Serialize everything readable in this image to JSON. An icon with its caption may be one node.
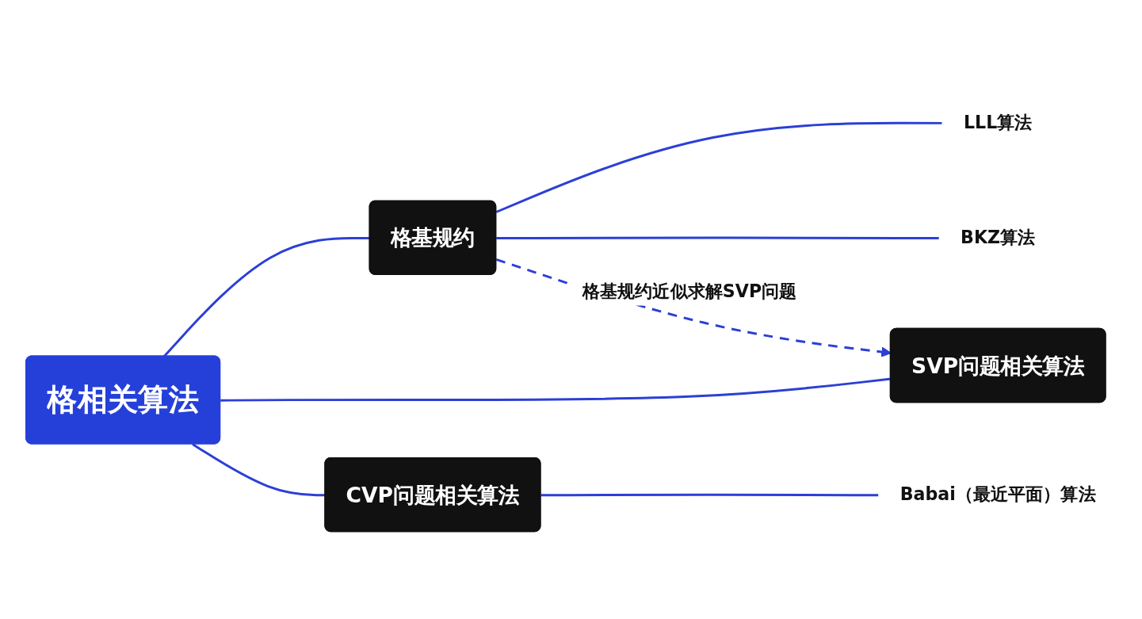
{
  "diagram": {
    "nodes": [
      {
        "text": [
          "格相关算法"
        ]
      },
      {
        "text": [
          "格基规约"
        ]
      },
      {
        "text": [
          "SVP问题相关算法"
        ]
      },
      {
        "text": [
          "CVP问题相关算法"
        ]
      },
      {
        "text": [
          "LLL算法"
        ]
      },
      {
        "text": [
          "BKZ算法"
        ]
      },
      {
        "text": [
          "Babai（最近平面）算法"
        ]
      }
    ],
    "edges": [
      {
        "from": 0,
        "to": 1,
        "arrow": "none"
      },
      {
        "from": 0,
        "to": 2,
        "arrow": "none"
      },
      {
        "from": 0,
        "to": 3,
        "arrow": "none"
      },
      {
        "from": 1,
        "to": 4,
        "arrow": "none"
      },
      {
        "from": 1,
        "to": 5,
        "arrow": "none"
      },
      {
        "from": 3,
        "to": 6,
        "arrow": "none"
      },
      {
        "from": 1,
        "to": 2,
        "arrow": "to",
        "style": "dashed",
        "label": "格基规约近似求解SVP问题"
      }
    ]
  }
}
